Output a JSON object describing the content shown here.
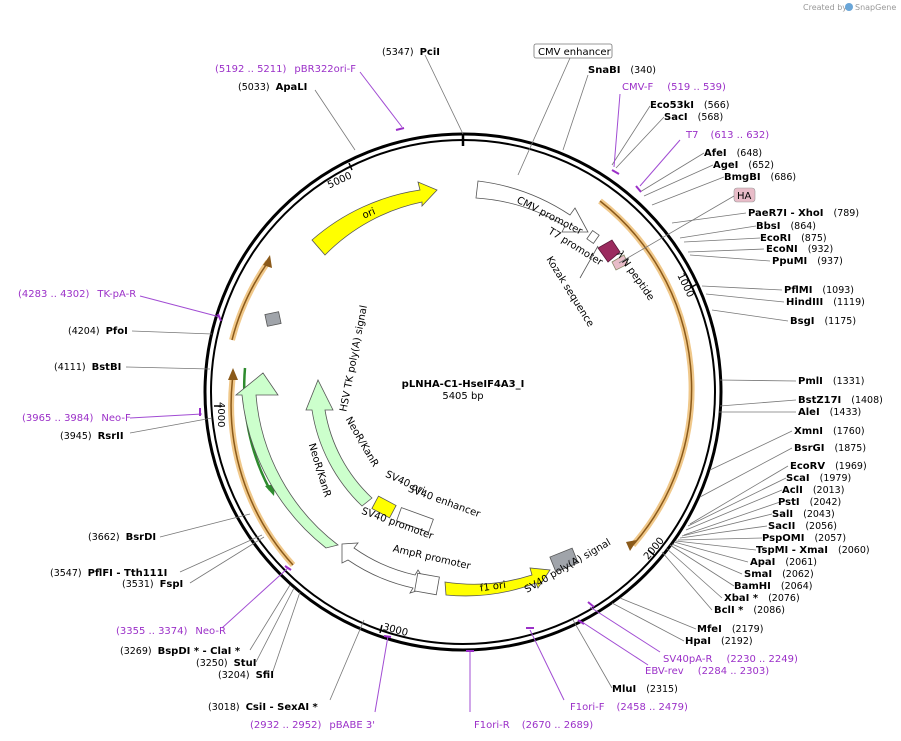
{
  "credit": {
    "prefix": "Created by",
    "brand": "SnapGene"
  },
  "plasmid": {
    "name": "pLNHA-C1-HseIF4A3_I",
    "length": "5405 bp"
  },
  "ticks": [
    "1000",
    "2000",
    "3000",
    "4000",
    "5000"
  ],
  "features": {
    "cmv_enhancer": "CMV enhancer",
    "cmv_promoter": "CMV promoter",
    "t7_promoter": "T7 promoter",
    "kozak": "Kozak sequence",
    "n_peptide": "λ N peptide",
    "ha": "HA",
    "ori": "ori",
    "hsv": "HSV TK poly(A) signal",
    "neo_outer": "NeoR/KanR",
    "neo_inner": "NeoR/KanR",
    "sv40_ori": "SV40 ori",
    "sv40_enh": "SV40 enhancer",
    "sv40_prom": "SV40 promoter",
    "ampr_prom": "AmpR promoter",
    "f1_ori": "f1 ori",
    "sv40_polya": "SV40 poly(A) signal"
  },
  "sites_top": [
    {
      "pos": "(5347)",
      "name": "PciI"
    },
    {
      "name": "SnaBI",
      "pos": "(340)"
    },
    {
      "pos": "(5033)",
      "name": "ApaLI"
    },
    {
      "name": "Eco53kI",
      "pos": "(566)"
    },
    {
      "name": "SacI",
      "pos": "(568)"
    },
    {
      "name": "AfeI",
      "pos": "(648)"
    },
    {
      "name": "AgeI",
      "pos": "(652)"
    },
    {
      "name": "BmgBI",
      "pos": "(686)"
    }
  ],
  "sites_right": [
    {
      "name": "PaeR7I  -  XhoI",
      "pos": "(789)"
    },
    {
      "name": "BbsI",
      "pos": "(864)"
    },
    {
      "name": "EcoRI",
      "pos": "(875)"
    },
    {
      "name": "EcoNI",
      "pos": "(932)"
    },
    {
      "name": "PpuMI",
      "pos": "(937)"
    },
    {
      "name": "PflMI",
      "pos": "(1093)"
    },
    {
      "name": "HindIII",
      "pos": "(1119)"
    },
    {
      "name": "BsgI",
      "pos": "(1175)"
    },
    {
      "name": "PmlI",
      "pos": "(1331)"
    },
    {
      "name": "BstZ17I",
      "pos": "(1408)"
    },
    {
      "name": "AleI",
      "pos": "(1433)"
    },
    {
      "name": "XmnI",
      "pos": "(1760)"
    },
    {
      "name": "BsrGI",
      "pos": "(1875)"
    },
    {
      "name": "EcoRV",
      "pos": "(1969)"
    },
    {
      "name": "ScaI",
      "pos": "(1979)"
    },
    {
      "name": "AclI",
      "pos": "(2013)"
    },
    {
      "name": "PstI",
      "pos": "(2042)"
    },
    {
      "name": "SalI",
      "pos": "(2043)"
    },
    {
      "name": "SacII",
      "pos": "(2056)"
    },
    {
      "name": "PspOMI",
      "pos": "(2057)"
    },
    {
      "name": "TspMI  -  XmaI",
      "pos": "(2060)"
    },
    {
      "name": "ApaI",
      "pos": "(2061)"
    },
    {
      "name": "SmaI",
      "pos": "(2062)"
    },
    {
      "name": "BamHI",
      "pos": "(2064)"
    },
    {
      "name": "XbaI *",
      "pos": "(2076)"
    },
    {
      "name": "BclI *",
      "pos": "(2086)"
    },
    {
      "name": "MfeI",
      "pos": "(2179)"
    },
    {
      "name": "HpaI",
      "pos": "(2192)"
    },
    {
      "name": "MluI",
      "pos": "(2315)"
    }
  ],
  "sites_left": [
    {
      "pos": "(4204)",
      "name": "PfoI"
    },
    {
      "pos": "(4111)",
      "name": "BstBI"
    },
    {
      "pos": "(3945)",
      "name": "RsrII"
    },
    {
      "pos": "(3662)",
      "name": "BsrDI"
    },
    {
      "pos": "(3547)",
      "name": "PflFI  -  Tth111I"
    },
    {
      "pos": "(3531)",
      "name": "FspI"
    },
    {
      "pos": "(3269)",
      "name": "BspDI *  -  ClaI *"
    },
    {
      "pos": "(3250)",
      "name": "StuI"
    },
    {
      "pos": "(3204)",
      "name": "SfiI"
    },
    {
      "pos": "(3018)",
      "name": "CsiI  -  SexAI *"
    }
  ],
  "primers": [
    {
      "range": "(5192 .. 5211)",
      "name": "pBR322ori-F"
    },
    {
      "name": "CMV-F",
      "range": "(519 .. 539)"
    },
    {
      "name": "T7",
      "range": "(613 .. 632)"
    },
    {
      "range": "(4283 .. 4302)",
      "name": "TK-pA-R"
    },
    {
      "range": "(3965 .. 3984)",
      "name": "Neo-F"
    },
    {
      "range": "(3355 .. 3374)",
      "name": "Neo-R"
    },
    {
      "name": "SV40pA-R",
      "range": "(2230 .. 2249)"
    },
    {
      "name": "EBV-rev",
      "range": "(2284 .. 2303)"
    },
    {
      "name": "F1ori-F",
      "range": "(2458 .. 2479)"
    },
    {
      "name": "F1ori-R",
      "range": "(2670 .. 2689)"
    },
    {
      "range": "(2932 .. 2952)",
      "name": "pBABE 3'"
    }
  ],
  "colors": {
    "backbone": "#000000",
    "ori": "#ffff00",
    "neo": "#ccffcc",
    "promoter": "#ffffff",
    "orf_outline": "#e8b060",
    "orf_line": "#8b5a1a",
    "primer": "#9b30c8",
    "n_peptide": "#9b2b5e",
    "ha": "#e8bcc8",
    "polya": "#a0a4aa"
  }
}
